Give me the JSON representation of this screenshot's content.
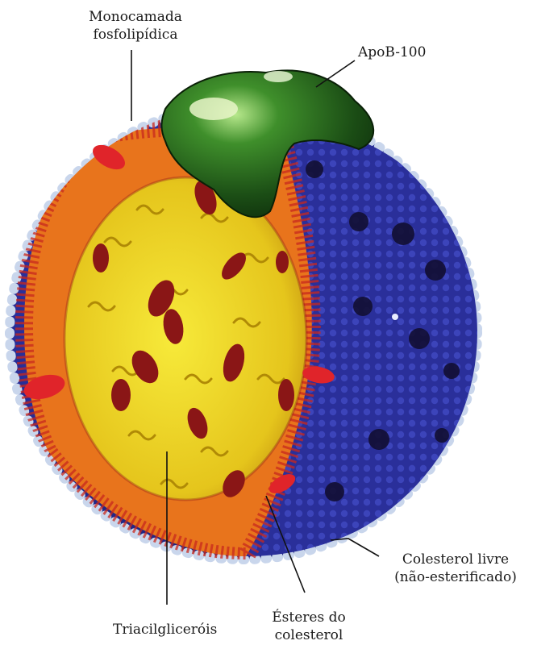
{
  "diagram": {
    "labels": {
      "phospholipid_monolayer": [
        "Monocamada",
        "fosfolipídica"
      ],
      "apob100": "ApoB-100",
      "free_cholesterol": [
        "Colesterol livre",
        "(não-esterificado)"
      ],
      "triacylglycerols": "Triacilgliceróis",
      "cholesterol_esters": [
        "Ésteres do",
        "colesterol"
      ]
    },
    "colors": {
      "surface_blue": "#2a2f9a",
      "surface_dark": "#141a5e",
      "head_group": "#c9d6ec",
      "tail_orange": "#e8741c",
      "tail_red": "#c8281e",
      "core_yellow": "#f2e31a",
      "ester_red": "#8a1616",
      "apoB_green": "#1f5a1a",
      "leader_line": "#111111"
    },
    "icons": [
      "ldl-particle-illustration"
    ]
  }
}
